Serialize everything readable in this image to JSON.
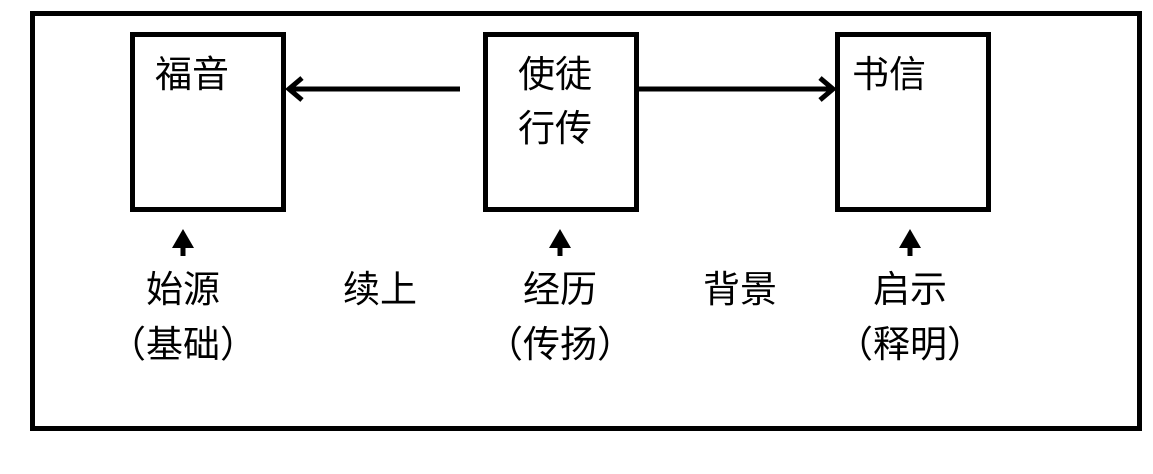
{
  "boxes": {
    "gospel": "福音",
    "acts_line1": "使徒",
    "acts_line2": "行传",
    "epistles": "书信"
  },
  "labels": {
    "gospel_role": "始源",
    "gospel_role_sub": "（基础）",
    "link_left": "续上",
    "acts_role": "经历",
    "acts_role_sub": "（传扬）",
    "link_right": "背景",
    "epistles_role": "启示",
    "epistles_role_sub": "（释明）"
  }
}
